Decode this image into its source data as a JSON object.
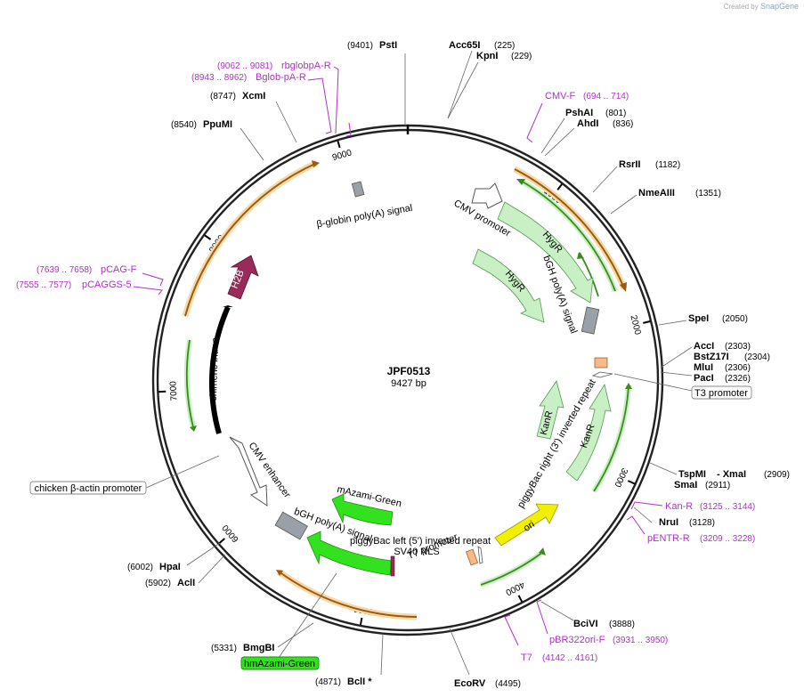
{
  "credit": {
    "prefix": "Created by",
    "brand": "SnapGene"
  },
  "plasmid": {
    "name": "JPF0513",
    "length_label": "9427 bp",
    "total_bp": 9427
  },
  "ticks": [
    {
      "bp": 1000,
      "label": "1000"
    },
    {
      "bp": 2000,
      "label": "2000"
    },
    {
      "bp": 3000,
      "label": "3000"
    },
    {
      "bp": 4000,
      "label": "4000"
    },
    {
      "bp": 5000,
      "label": "5000"
    },
    {
      "bp": 6000,
      "label": "6000"
    },
    {
      "bp": 7000,
      "label": "7000"
    },
    {
      "bp": 8000,
      "label": "8000"
    },
    {
      "bp": 9000,
      "label": "9000"
    }
  ],
  "enzymes": [
    {
      "name": "PstI",
      "pos": "(9401)",
      "bp": 9401
    },
    {
      "name": "Acc65I",
      "pos": "(225)",
      "bp": 225
    },
    {
      "name": "KpnI",
      "pos": "(229)",
      "bp": 229
    },
    {
      "name": "PshAI",
      "pos": "(801)",
      "bp": 801
    },
    {
      "name": "AhdI",
      "pos": "(836)",
      "bp": 836
    },
    {
      "name": "RsrII",
      "pos": "(1182)",
      "bp": 1182
    },
    {
      "name": "NmeAIII",
      "pos": "(1351)",
      "bp": 1351
    },
    {
      "name": "SpeI",
      "pos": "(2050)",
      "bp": 2050
    },
    {
      "name": "AccI",
      "pos": "(2303)",
      "bp": 2303
    },
    {
      "name": "BstZ17I",
      "pos": "(2304)",
      "bp": 2304
    },
    {
      "name": "MluI",
      "pos": "(2306)",
      "bp": 2306
    },
    {
      "name": "PacI",
      "pos": "(2326)",
      "bp": 2326
    },
    {
      "name": "TspMI",
      "pos": "(2909)",
      "bp": 2909
    },
    {
      "name": "- XmaI",
      "pos": "",
      "bp": 2909
    },
    {
      "name": "SmaI",
      "pos": "(2911)",
      "bp": 2911
    },
    {
      "name": "NruI",
      "pos": "(3128)",
      "bp": 3128
    },
    {
      "name": "BciVI",
      "pos": "(3888)",
      "bp": 3888
    },
    {
      "name": "EcoRV",
      "pos": "(4495)",
      "bp": 4495
    },
    {
      "name": "BclI *",
      "pos": "(4871)",
      "bp": 4871
    },
    {
      "name": "BmgBI",
      "pos": "(5331)",
      "bp": 5331
    },
    {
      "name": "HpaI",
      "pos": "(6002)",
      "bp": 6002
    },
    {
      "name": "AclI",
      "pos": "(5902)",
      "bp": 5902
    },
    {
      "name": "PpuMI",
      "pos": "(8540)",
      "bp": 8540
    },
    {
      "name": "XcmI",
      "pos": "(8747)",
      "bp": 8747
    }
  ],
  "primers": [
    {
      "name": "rbglobpA-R",
      "pos": "(9062 .. 9081)"
    },
    {
      "name": "Bglob-pA-R",
      "pos": "(8943 .. 8962)"
    },
    {
      "name": "CMV-F",
      "pos": "(694 .. 714)"
    },
    {
      "name": "pCAG-F",
      "pos": "(7639 .. 7658)"
    },
    {
      "name": "pCAGGS-5",
      "pos": "(7555 .. 7577)"
    },
    {
      "name": "Kan-R",
      "pos": "(3125 .. 3144)"
    },
    {
      "name": "pENTR-R",
      "pos": "(3209 .. 3228)"
    },
    {
      "name": "pBR322ori-F",
      "pos": "(3931 .. 3950)"
    },
    {
      "name": "T7",
      "pos": "(4142 .. 4161)"
    }
  ],
  "boxed_labels": {
    "t3_promoter": "T3 promoter",
    "chicken_actin": "chicken β-actin promoter",
    "hmazami": "hmAzami-Green"
  },
  "features": {
    "beta_globin": "β-globin poly(A) signal",
    "cmv_promoter": "CMV promoter",
    "hygr1": "HygR",
    "hygr2": "HygR",
    "bgh1": "bGH poly(A) signal",
    "h2b": "H2B",
    "chimeric_intron": "chimeric intron",
    "inverted_repeat_r": "piggyBac right (3') inverted repeat",
    "kanr1": "KanR",
    "kanr2": "KanR",
    "cmv_enhancer": "CMV enhancer",
    "mazami": "mAzami-Green",
    "bgh2": "bGH poly(A) signal",
    "inverted_repeat_l": "piggyBac left (5') inverted repeat",
    "t7_promoter": "T7 promoter",
    "sv40": "SV40 NLS",
    "ori": "ori"
  },
  "colors": {
    "orange_arc": "#e8a23a",
    "green_arc": "#3c8a1e",
    "light_green": "#c8f0c4",
    "bright_green": "#33e21e",
    "maroon": "#9a2a5a",
    "yellow": "#f0f000",
    "primer": "#b030c8"
  }
}
